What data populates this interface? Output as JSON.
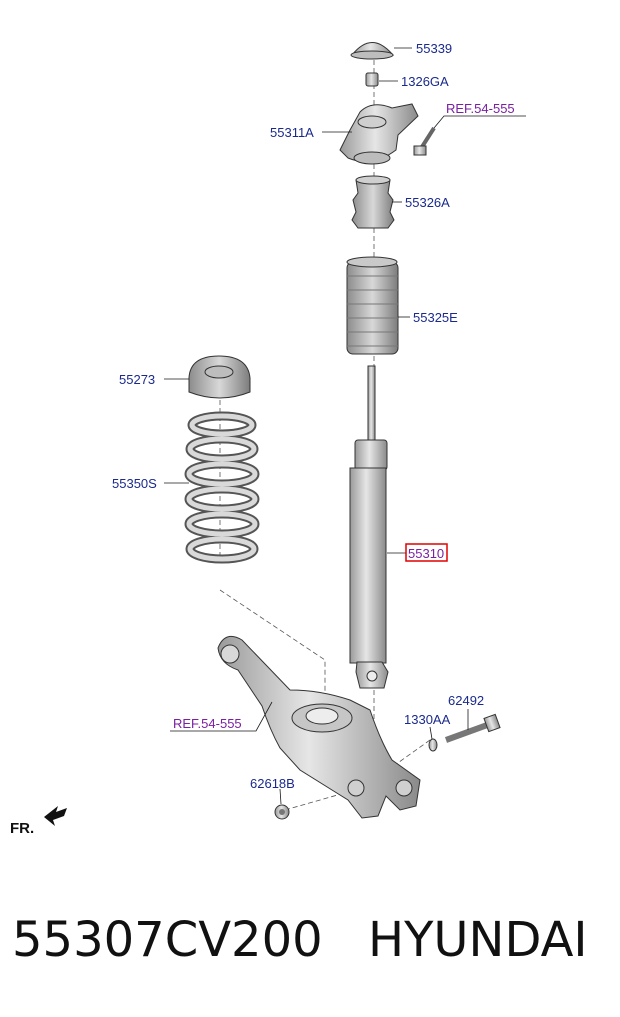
{
  "diagram": {
    "labels": {
      "p55339": "55339",
      "p1326GA": "1326GA",
      "ref_top": "REF.54-555",
      "p55311A": "55311A",
      "p55326A": "55326A",
      "p55325E": "55325E",
      "p55273": "55273",
      "p55350S": "55350S",
      "p55310": "55310",
      "ref_bottom": "REF.54-555",
      "p62492": "62492",
      "p1330AA": "1330AA",
      "p62618B": "62618B"
    },
    "direction_label": "FR.",
    "highlight_color": "#e00000",
    "label_color": "#1a2a8c",
    "ref_color": "#7a1fa2"
  },
  "caption": {
    "part_number": "55307CV200",
    "brand": "HYUNDAI"
  }
}
